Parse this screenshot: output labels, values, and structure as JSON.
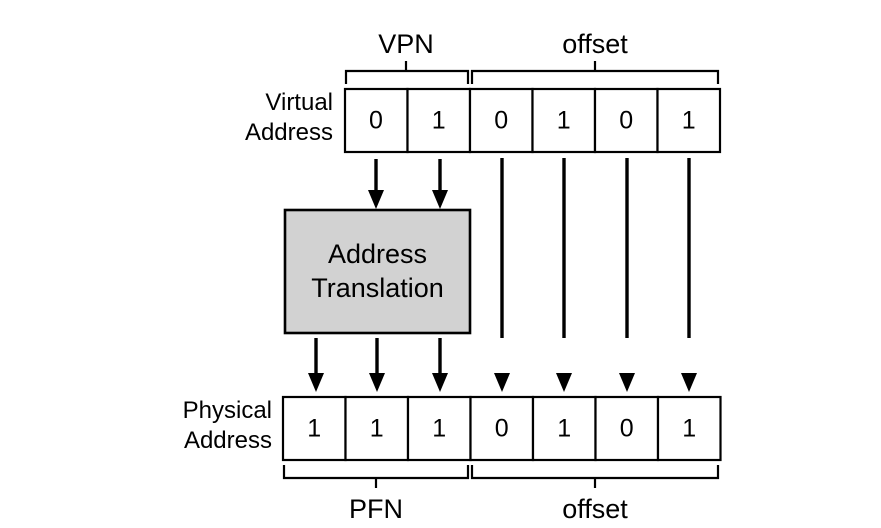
{
  "diagram": {
    "title": "Address Translation",
    "rows": [
      {
        "id": "virtual",
        "label_line1": "Virtual",
        "label_line2": "Address",
        "cells": [
          "0",
          "1",
          "0",
          "1",
          "0",
          "1"
        ],
        "fields": [
          {
            "name": "VPN",
            "cell_start": 0,
            "cell_end": 1
          },
          {
            "name": "offset",
            "cell_start": 2,
            "cell_end": 5
          }
        ]
      },
      {
        "id": "physical",
        "label_line1": "Physical",
        "label_line2": "Address",
        "cells": [
          "1",
          "1",
          "1",
          "0",
          "1",
          "0",
          "1"
        ],
        "fields": [
          {
            "name": "PFN",
            "cell_start": 0,
            "cell_end": 2
          },
          {
            "name": "offset",
            "cell_start": 3,
            "cell_end": 6
          }
        ]
      }
    ],
    "translation_box": {
      "line1": "Address",
      "line2": "Translation",
      "fill_color": "#d2d2d2",
      "stroke_color": "#000000"
    },
    "connections": {
      "vpn_to_box_count": 2,
      "box_to_pfn_count": 3,
      "offset_passthrough_count": 4
    },
    "colors": {
      "background": "#ffffff",
      "ink": "#000000",
      "box_fill": "#d2d2d2"
    }
  }
}
